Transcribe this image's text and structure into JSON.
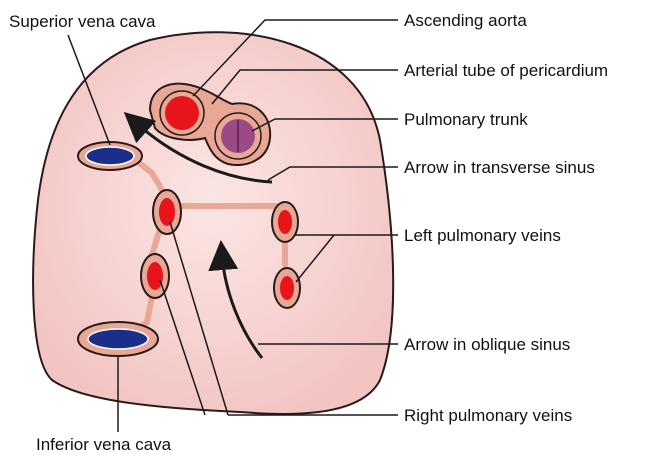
{
  "labels": {
    "superior_vena_cava": "Superior vena cava",
    "inferior_vena_cava": "Inferior vena cava",
    "ascending_aorta": "Ascending aorta",
    "arterial_tube": "Arterial tube of pericardium",
    "pulmonary_trunk": "Pulmonary trunk",
    "arrow_transverse_sinus": "Arrow in transverse sinus",
    "left_pulmonary_veins": "Left pulmonary veins",
    "arrow_oblique_sinus": "Arrow in oblique sinus",
    "right_pulmonary_veins": "Right pulmonary veins"
  },
  "colors": {
    "sac_fill": "#f6d2d0",
    "sac_stroke": "#2a1a1a",
    "tube_fill": "#e9a896",
    "artery_red": "#e8141c",
    "pulmonary_purple": "#9c4a86",
    "vein_blue": "#1b2f8a",
    "line": "#1a1a1a"
  }
}
